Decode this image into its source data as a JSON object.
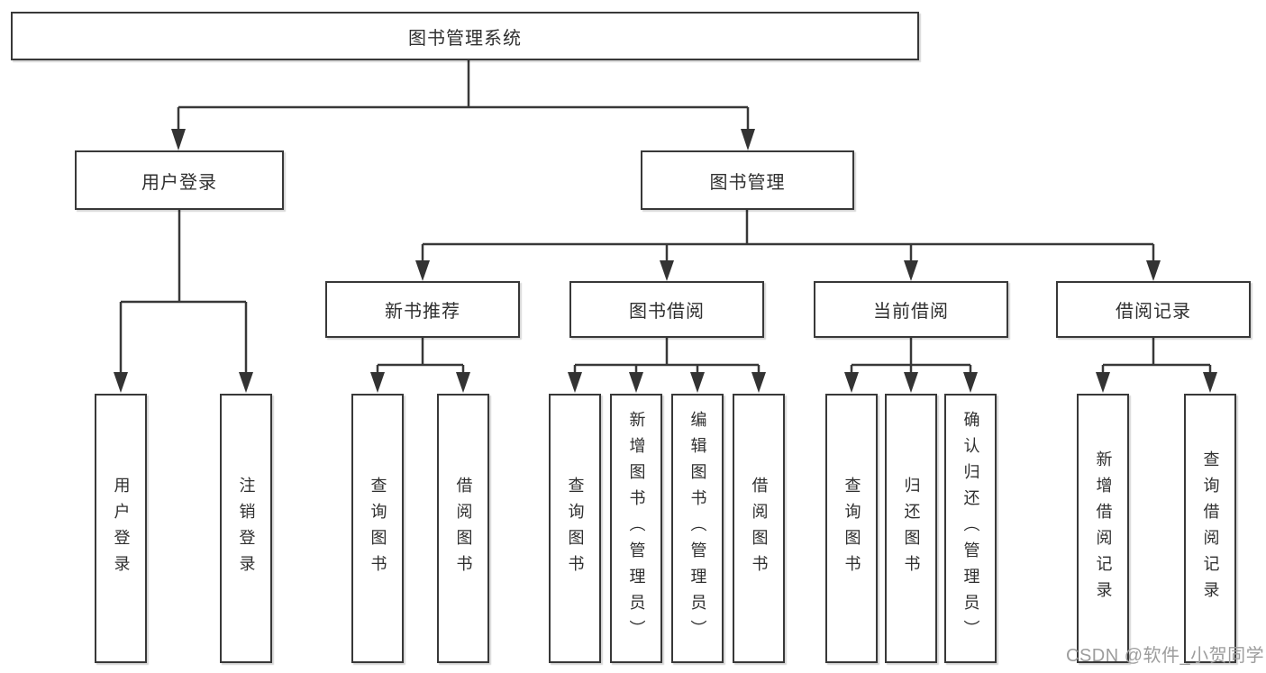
{
  "tree": {
    "root": "图书管理系统",
    "branches": [
      {
        "label": "用户登录",
        "children": [
          "用户登录",
          "注销登录"
        ]
      },
      {
        "label": "图书管理",
        "modules": [
          {
            "label": "新书推荐",
            "children": [
              "查询图书",
              "借阅图书"
            ]
          },
          {
            "label": "图书借阅",
            "children": [
              "查询图书",
              "新增图书（管理员）",
              "编辑图书（管理员）",
              "借阅图书"
            ]
          },
          {
            "label": "当前借阅",
            "children": [
              "查询图书",
              "归还图书",
              "确认归还（管理员）"
            ]
          },
          {
            "label": "借阅记录",
            "children": [
              "新增借阅记录",
              "查询借阅记录"
            ]
          }
        ]
      }
    ]
  },
  "watermark": {
    "text": "CSDN @软件_小贺同学"
  },
  "colors": {
    "background": "#ffffff",
    "box_fill": "#ffffff",
    "box_border": "#383838",
    "line": "#383838",
    "arrow": "#333333",
    "text": "#2f2f2f",
    "watermark": "#9d9d9d"
  }
}
